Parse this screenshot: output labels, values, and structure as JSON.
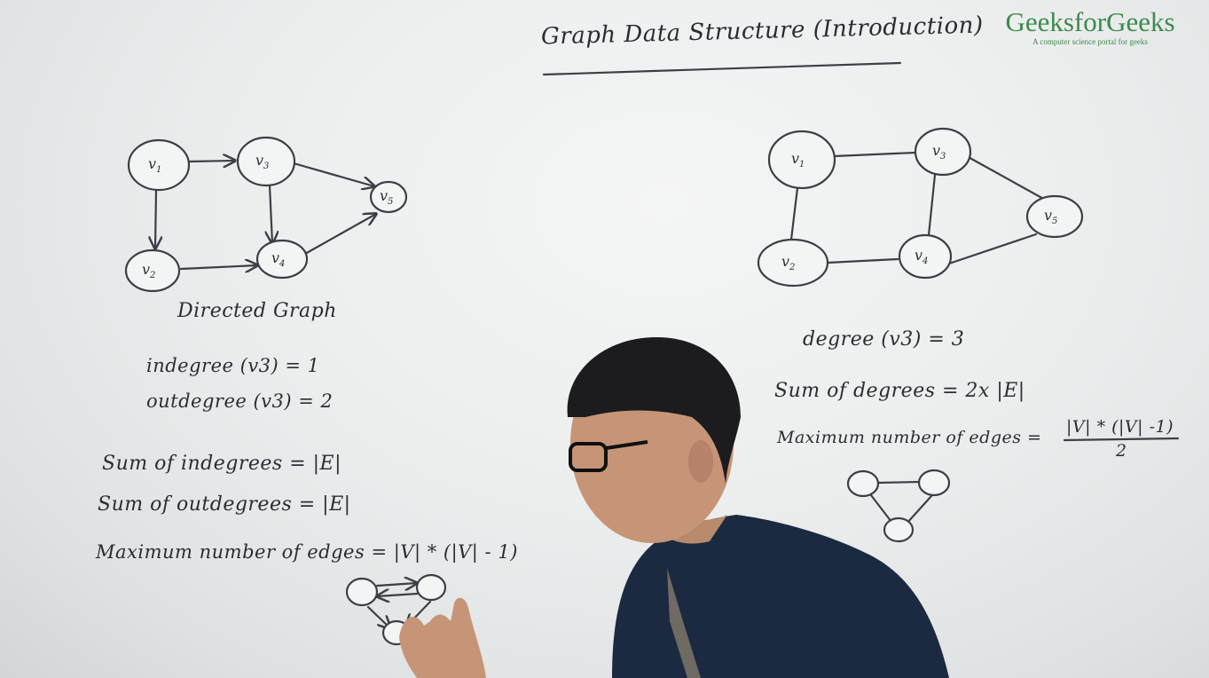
{
  "logo": {
    "name": "GeeksforGeeks",
    "tagline": "A computer science portal for geeks"
  },
  "title": "Graph Data Structure (Introduction)",
  "directed": {
    "caption": "Directed Graph",
    "indegree": "indegree (v3) = 1",
    "outdegree": "outdegree (v3) = 2",
    "sum_indegrees": "Sum of indegrees = |E|",
    "sum_outdegrees": "Sum of outdegrees = |E|",
    "max_edges": "Maximum number of edges = |V| * (|V| - 1)",
    "nodes": {
      "v1": "v",
      "v2": "v",
      "v3": "v",
      "v4": "v",
      "v5": "v"
    },
    "subs": {
      "v1": "1",
      "v2": "2",
      "v3": "3",
      "v4": "4",
      "v5": "5"
    }
  },
  "undirected": {
    "degree": "degree (v3) = 3",
    "sum_degrees": "Sum of degrees = 2x |E|",
    "max_edges_label": "Maximum number of edges =",
    "max_edges_numerator": "|V| * (|V| -1)",
    "max_edges_denominator": "2",
    "nodes": {
      "v1": "v",
      "v2": "v",
      "v3": "v",
      "v4": "v",
      "v5": "v"
    },
    "subs": {
      "v1": "1",
      "v2": "2",
      "v3": "3",
      "v4": "4",
      "v5": "5"
    }
  },
  "colors": {
    "board": "#eceeee",
    "ink": "#2a2d33",
    "logo": "#3d8a4d",
    "jacket": "#1b2a40"
  }
}
